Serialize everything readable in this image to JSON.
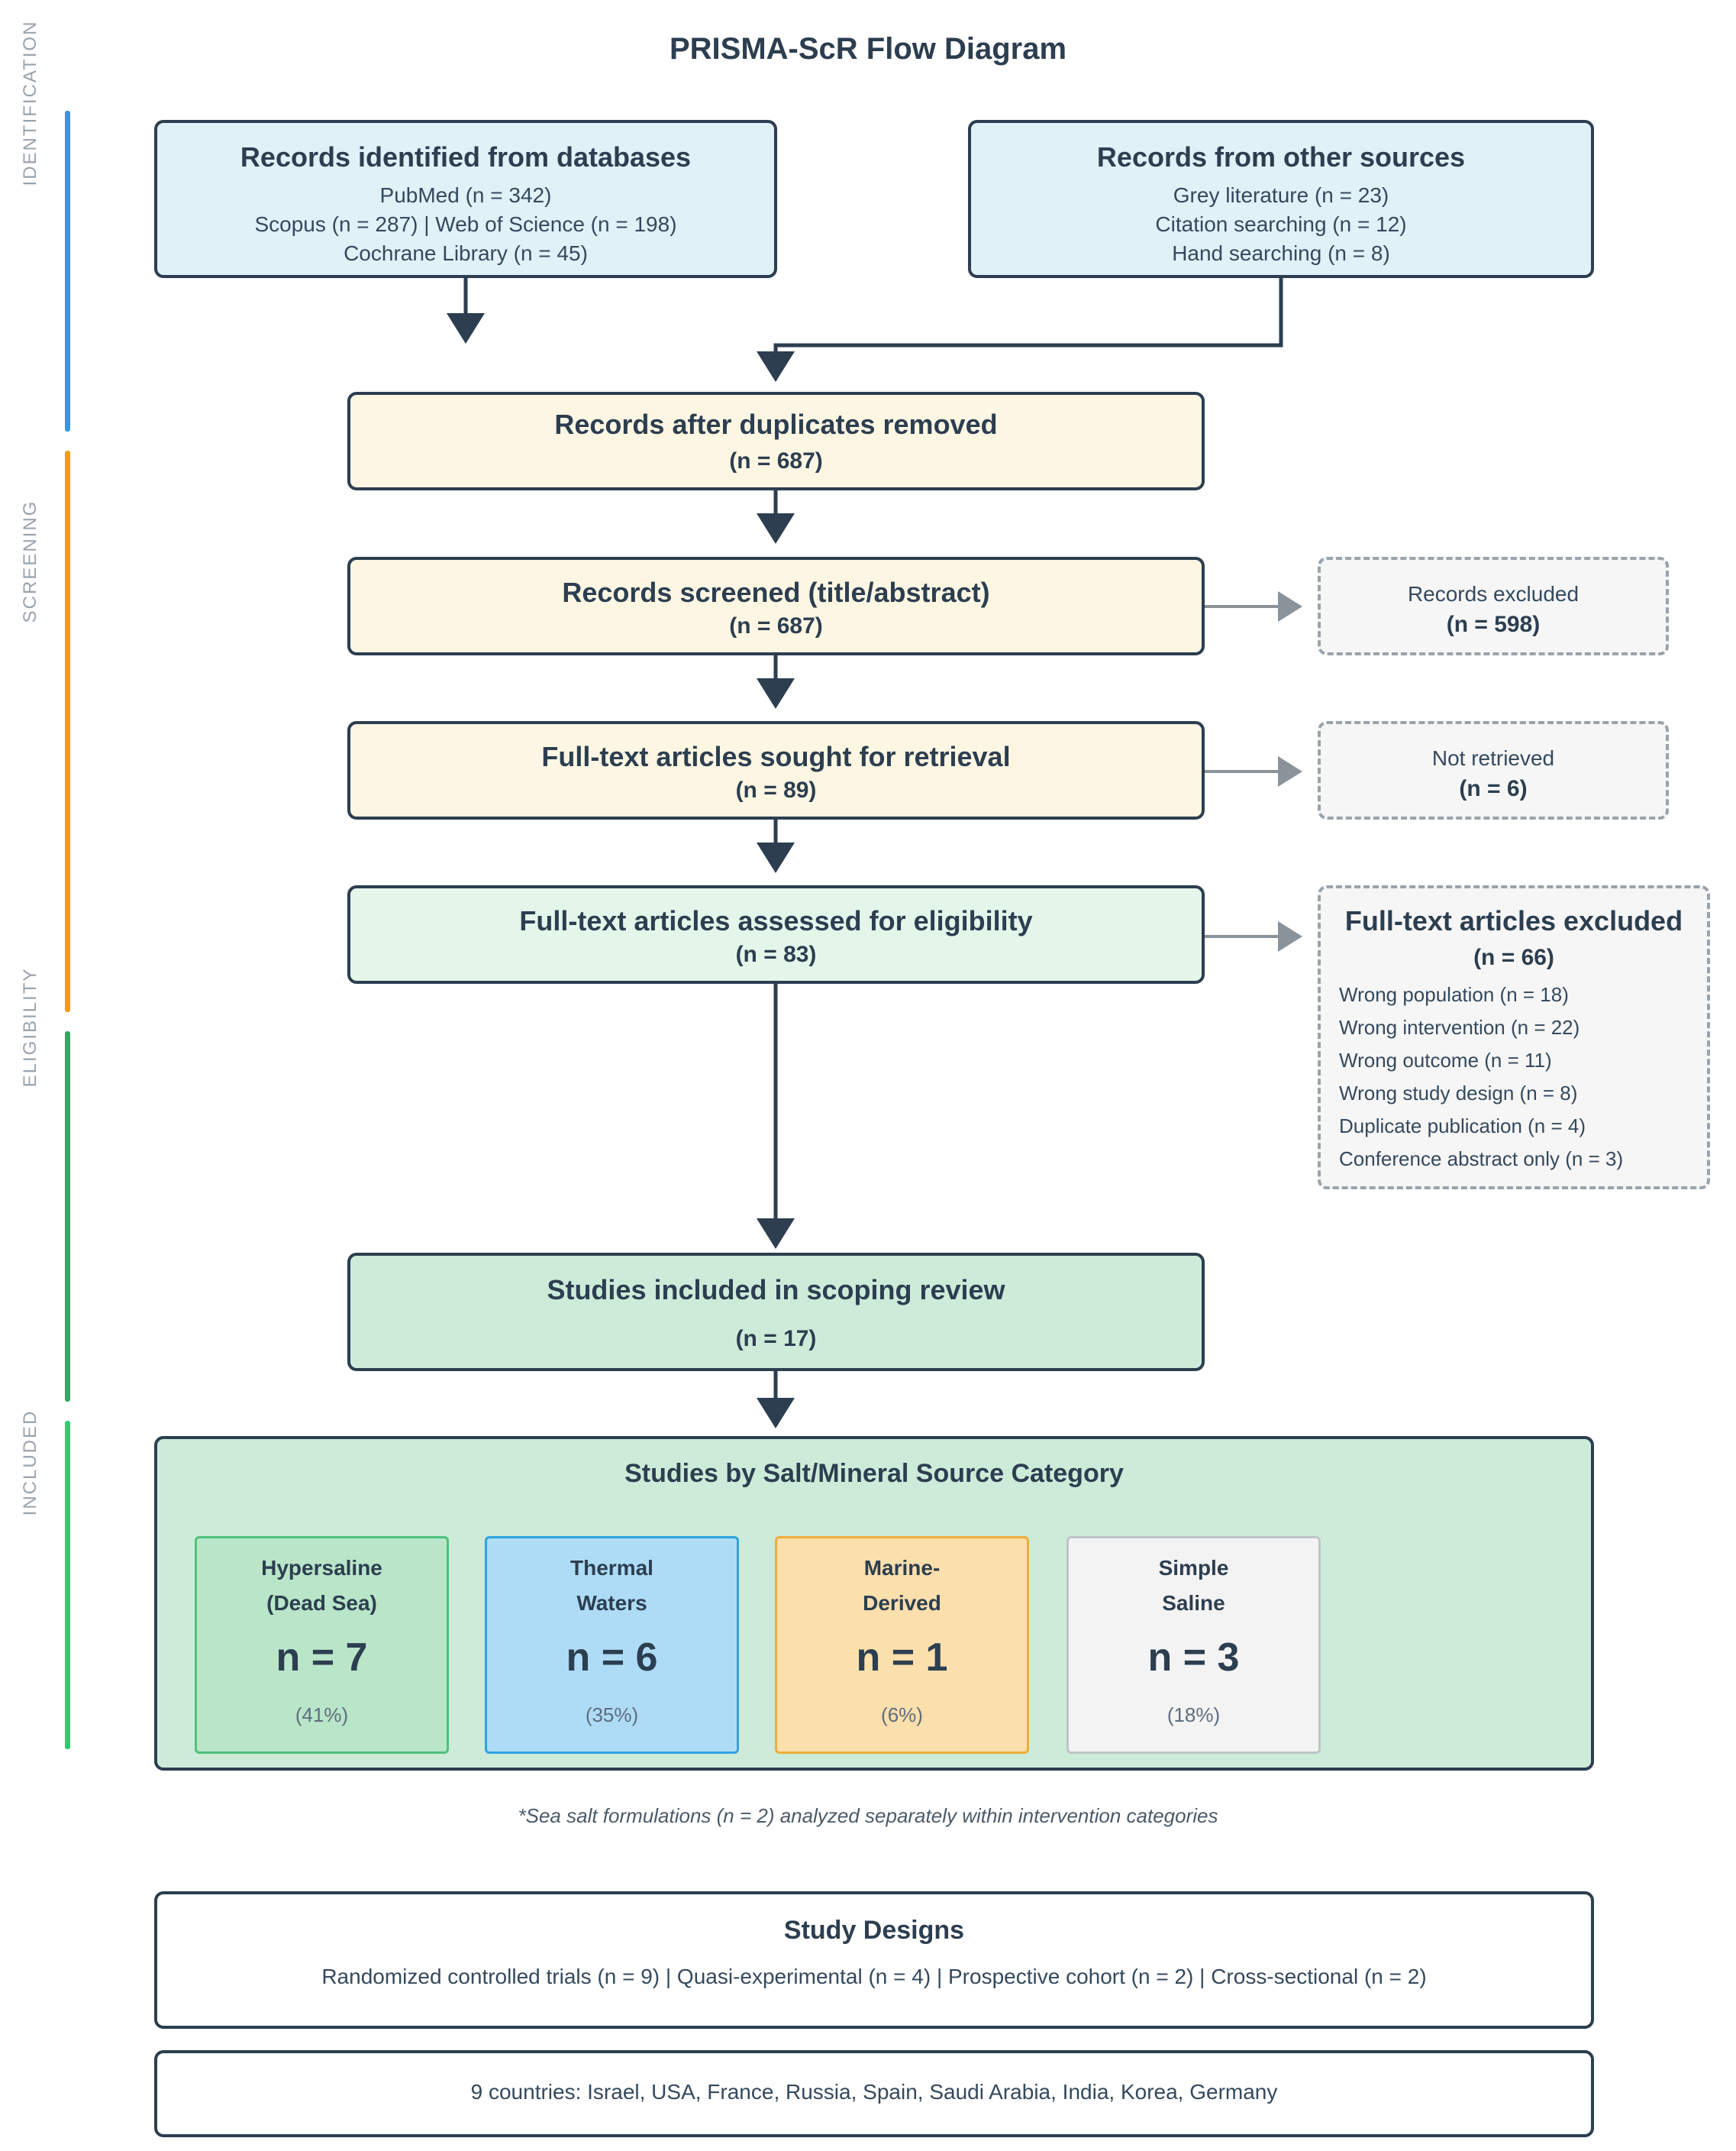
{
  "title": "PRISMA-ScR Flow Diagram",
  "phases": {
    "identification": "IDENTIFICATION",
    "screening": "SCREENING",
    "eligibility": "ELIGIBILITY",
    "included": "INCLUDED"
  },
  "phase_colors": {
    "identification": "#3498db",
    "screening": "#f39c12",
    "eligibility": "#27ae60",
    "included": "#2ecc71"
  },
  "databases": {
    "title": "Records identified from databases",
    "lines": [
      "PubMed (n = 342)",
      "Scopus (n = 287) | Web of Science (n = 198)",
      "Cochrane Library (n = 45)"
    ]
  },
  "other_sources": {
    "title": "Records from other sources",
    "lines": [
      "Grey literature (n = 23)",
      "Citation searching (n = 12)",
      "Hand searching (n = 8)"
    ]
  },
  "duplicates_removed": {
    "title": "Records after duplicates removed",
    "n": "(n = 687)"
  },
  "screened": {
    "title": "Records screened (title/abstract)",
    "n": "(n = 687)"
  },
  "excluded_screen": {
    "title": "Records excluded",
    "n": "(n = 598)"
  },
  "sought": {
    "title": "Full-text articles sought for retrieval",
    "n": "(n = 89)"
  },
  "not_retrieved": {
    "title": "Not retrieved",
    "n": "(n = 6)"
  },
  "assessed": {
    "title": "Full-text articles assessed for eligibility",
    "n": "(n = 83)"
  },
  "fulltext_excluded": {
    "title": "Full-text articles excluded",
    "n": "(n = 66)",
    "reasons": [
      "Wrong population (n = 18)",
      "Wrong intervention (n = 22)",
      "Wrong outcome (n = 11)",
      "Wrong study design (n = 8)",
      "Duplicate publication (n = 4)",
      "Conference abstract only (n = 3)"
    ]
  },
  "included": {
    "title": "Studies included in scoping review",
    "n": "(n = 17)"
  },
  "categories": {
    "title": "Studies by Salt/Mineral Source Category",
    "items": [
      {
        "line1": "Hypersaline",
        "line2": "(Dead Sea)",
        "n": "n = 7",
        "pct": "(41%)"
      },
      {
        "line1": "Thermal",
        "line2": "Waters",
        "n": "n = 6",
        "pct": "(35%)"
      },
      {
        "line1": "Marine-",
        "line2": "Derived",
        "n": "n = 1",
        "pct": "(6%)"
      },
      {
        "line1": "Simple",
        "line2": "Saline",
        "n": "n = 3",
        "pct": "(18%)"
      }
    ]
  },
  "note": "*Sea salt formulations (n = 2) analyzed separately within intervention categories",
  "designs": {
    "title": "Study Designs",
    "text": "Randomized controlled trials (n = 9) | Quasi-experimental (n = 4) | Prospective cohort (n = 2) | Cross-sectional (n = 2)"
  },
  "countries": "9 countries: Israel, USA, France, Russia, Spain, Saudi Arabia, India, Korea, Germany"
}
